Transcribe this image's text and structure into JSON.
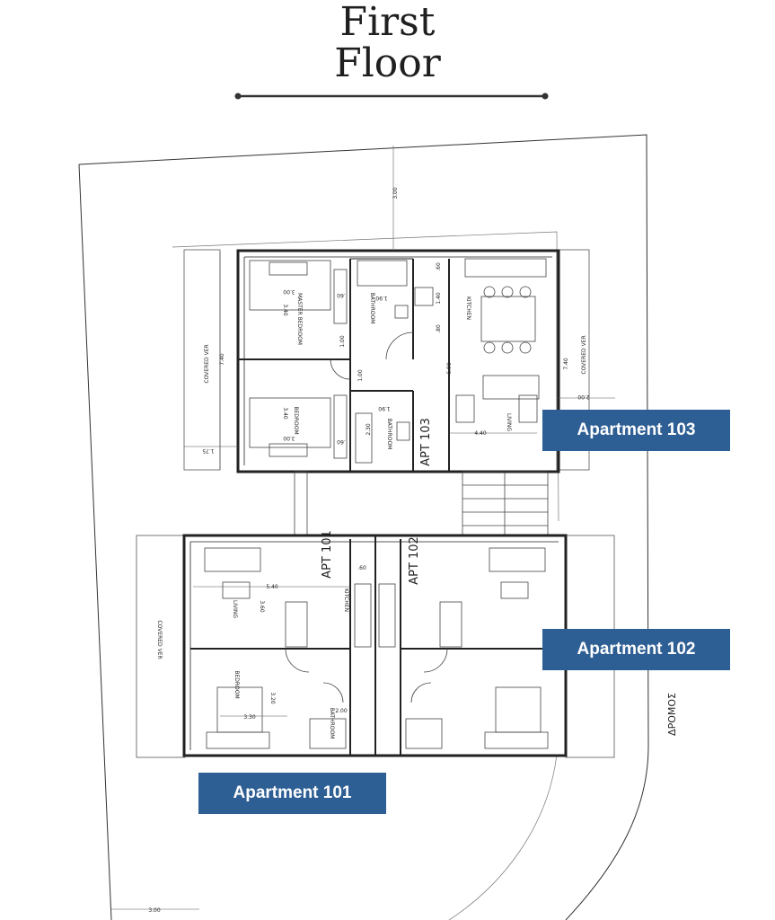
{
  "title": {
    "line1": "First",
    "line2": "Floor"
  },
  "labels": {
    "apt103": "Apartment 103",
    "apt102": "Apartment 102",
    "apt101": "Apartment 101"
  },
  "plan_text": {
    "apt_103": "APT 103",
    "apt_102": "APT 102",
    "apt_101": "APT 101",
    "master_bedroom": "MASTER BEDROOM",
    "bedroom": "BEDROOM",
    "bathroom": "BATHROOM",
    "kitchen": "KITCHEN",
    "living": "LIVING",
    "covered_ver": "COVERED VER",
    "street": "ΔΡΟΜΟΣ"
  },
  "dimensions": {
    "setback_top": "3.00",
    "setback_bottom": "3.00",
    "height_740": "7.40",
    "width_175": "1.75",
    "width_200": "2.00",
    "mb_340": "3.40",
    "mb_300": "3.00",
    "b_340": "3.40",
    "b_300": "3.00",
    "d_100a": "1.00",
    "d_100b": "1.00",
    "d_60a": ".60",
    "d_60b": ".60",
    "d_60c": ".60",
    "d_60d": ".60",
    "d_80": ".80",
    "d_140": "1.40",
    "d_190a": "1.90",
    "d_190b": "1.90",
    "d_230": "2.30",
    "d_690": "6.90",
    "d_440": "4.40",
    "d_540": "5.40",
    "d_360": "3.60",
    "d_320": "3.20",
    "d_330": "3.30",
    "d_200b": "2.00"
  },
  "colors": {
    "label_bg": "#2e5f94",
    "line": "#222222"
  }
}
